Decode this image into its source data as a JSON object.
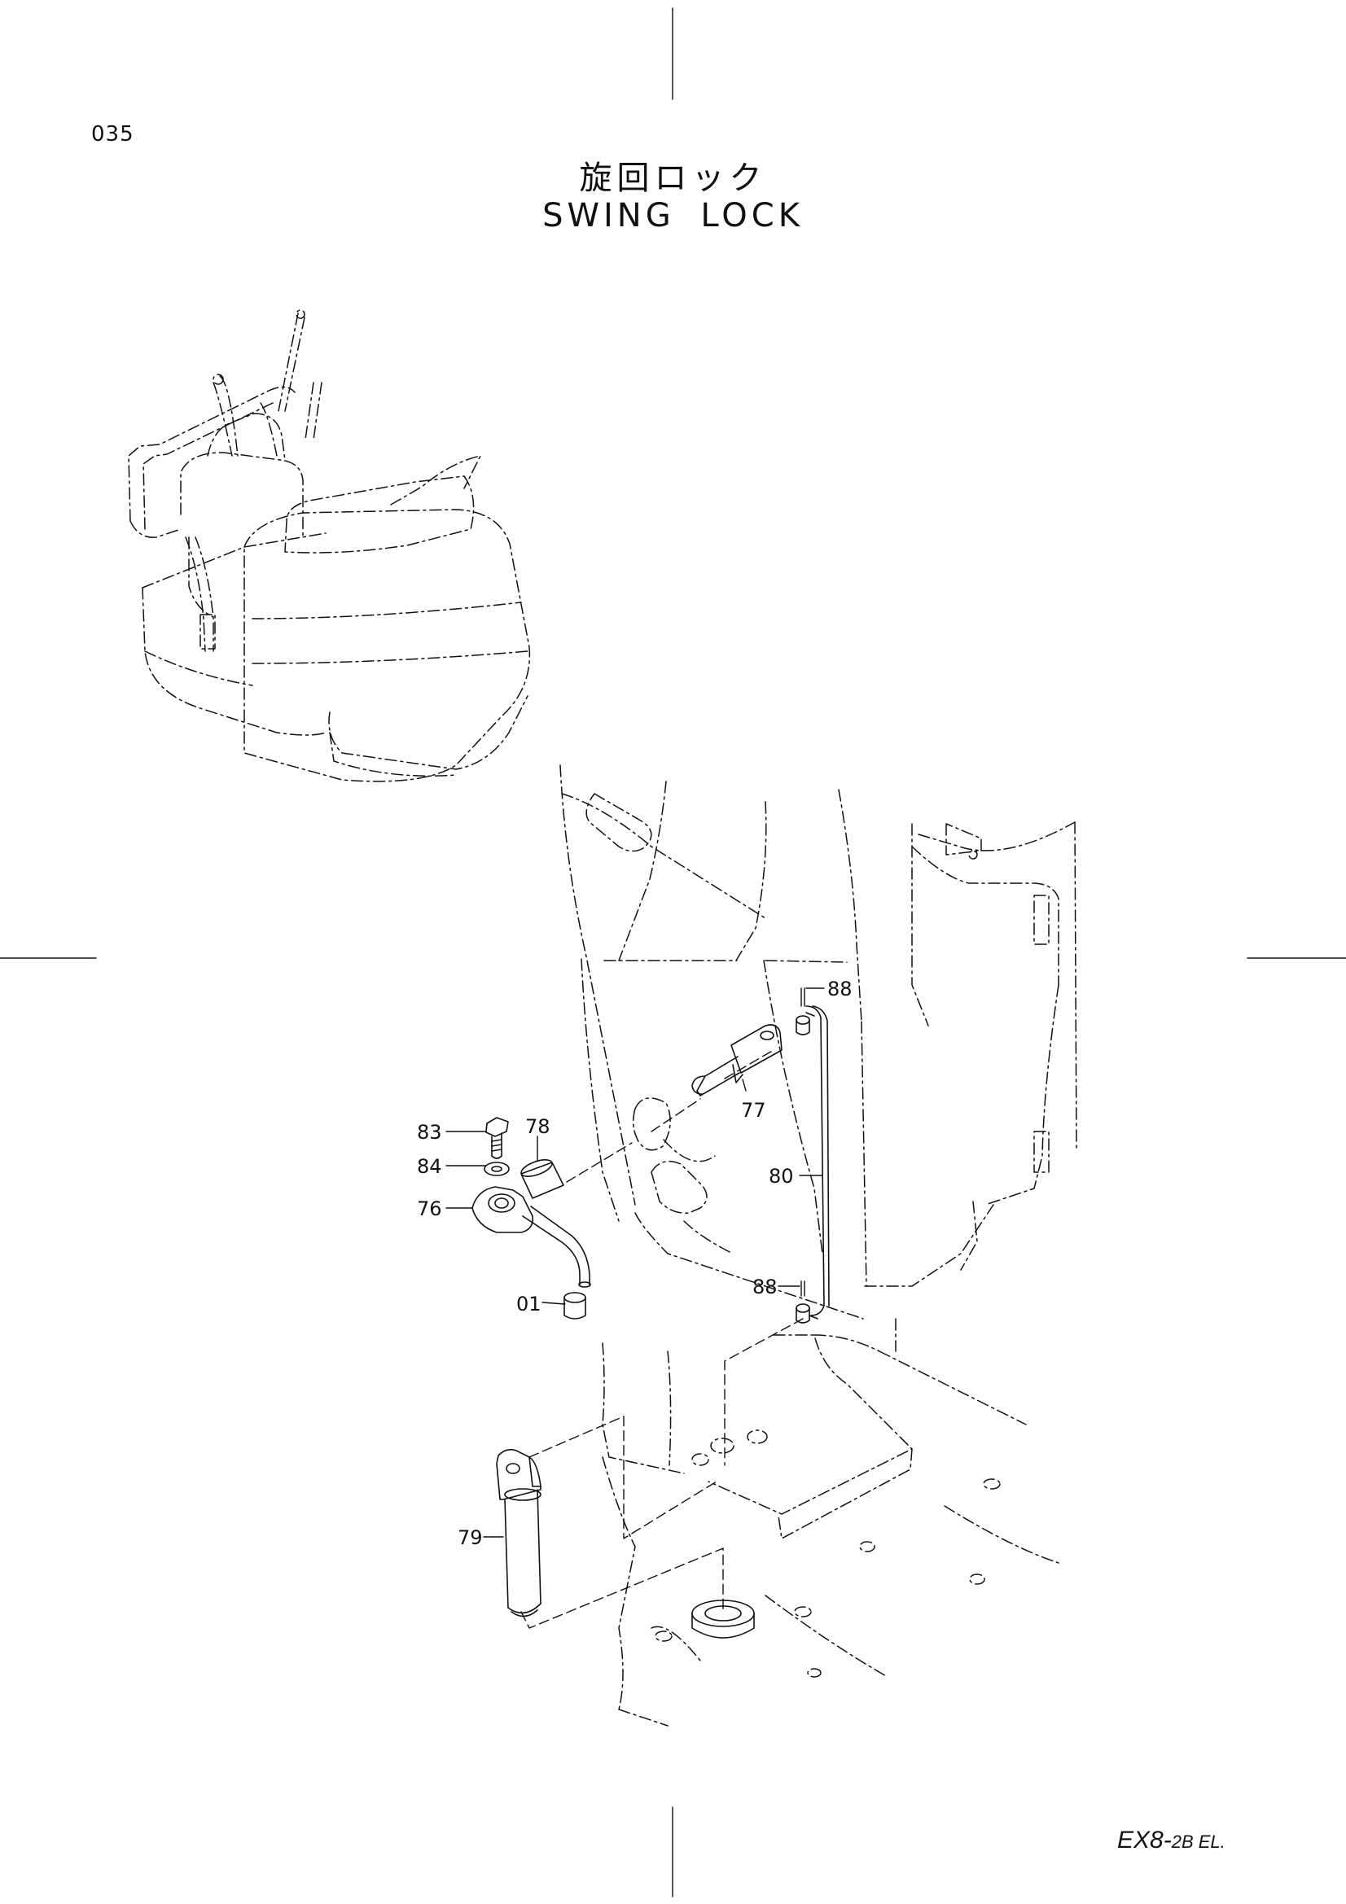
{
  "page": {
    "number": "035",
    "title_jp": "旋回ロック",
    "title_en": "SWING  LOCK",
    "model_main": "EX8-",
    "model_suffix": "2B EL."
  },
  "callouts": {
    "p01": "01",
    "p76": "76",
    "p77": "77",
    "p78": "78",
    "p79": "79",
    "p80": "80",
    "p83": "83",
    "p84": "84",
    "p88a": "88",
    "p88b": "88"
  },
  "colors": {
    "line": "#111111",
    "background": "#ffffff"
  }
}
